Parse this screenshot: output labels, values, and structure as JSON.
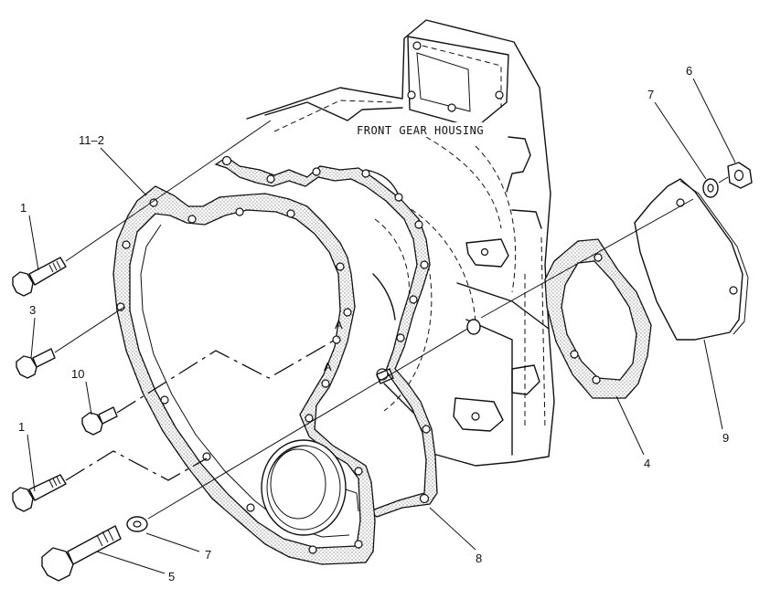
{
  "housing_label": "FRONT GEAR HOUSING",
  "callouts": {
    "c11_2": "11–2",
    "c1_top": "1",
    "c3": "3",
    "c10": "10",
    "c1_bottom": "1",
    "c5": "5",
    "c7_bottom": "7",
    "c8": "8",
    "c4": "4",
    "c9": "9",
    "c7_top": "7",
    "c6": "6"
  },
  "view_marks": {
    "a_upper": "A",
    "a_lower": "A"
  }
}
